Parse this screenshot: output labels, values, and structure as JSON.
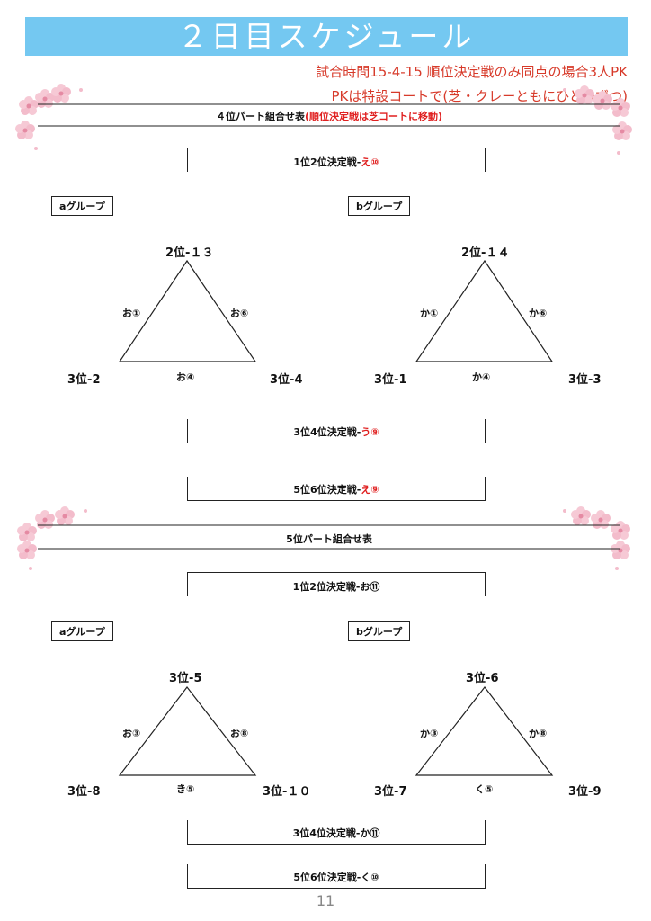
{
  "title": "２日目スケジュール",
  "notes": [
    "試合時間15-4-15 順位決定戦のみ同点の場合3人PK",
    "PKは特設コートで(芝・クレーともにひとつずつ)"
  ],
  "section1": {
    "title": "４位パート組合せ表",
    "title_note": "(順位決定戦は芝コートに移動)",
    "final12": {
      "label": "1位2位決定戦-",
      "code": "え⑩"
    },
    "group_a": {
      "label": "aグループ",
      "top": "2位-１３",
      "left": "3位-2",
      "right": "3位-4",
      "edge_left": "お①",
      "edge_right": "お⑥",
      "edge_bottom": "お④"
    },
    "group_b": {
      "label": "bグループ",
      "top": "2位-１４",
      "left": "3位-1",
      "right": "3位-3",
      "edge_left": "か①",
      "edge_right": "か⑥",
      "edge_bottom": "か④"
    },
    "final34": {
      "label": "3位4位決定戦-",
      "code": "う⑨"
    },
    "final56": {
      "label": "5位6位決定戦-",
      "code": "え⑨"
    }
  },
  "section2": {
    "title": "5位パート組合せ表",
    "final12": {
      "label": "1位2位決定戦-お⑪"
    },
    "group_a": {
      "label": "aグループ",
      "top": "3位-5",
      "left": "3位-8",
      "right": "3位-１０",
      "edge_left": "お③",
      "edge_right": "お⑧",
      "edge_bottom": "き⑤"
    },
    "group_b": {
      "label": "bグループ",
      "top": "3位-6",
      "left": "3位-7",
      "right": "3位-9",
      "edge_left": "か③",
      "edge_right": "か⑧",
      "edge_bottom": "く⑤"
    },
    "final34": {
      "label": "3位4位決定戦-か⑪"
    },
    "final56": {
      "label": "5位6位決定戦-く⑩"
    }
  },
  "page_number": "11",
  "colors": {
    "title_bg": "#74c8f1",
    "accent_red": "#d73a2a",
    "blossom": "#f4c6d2"
  }
}
